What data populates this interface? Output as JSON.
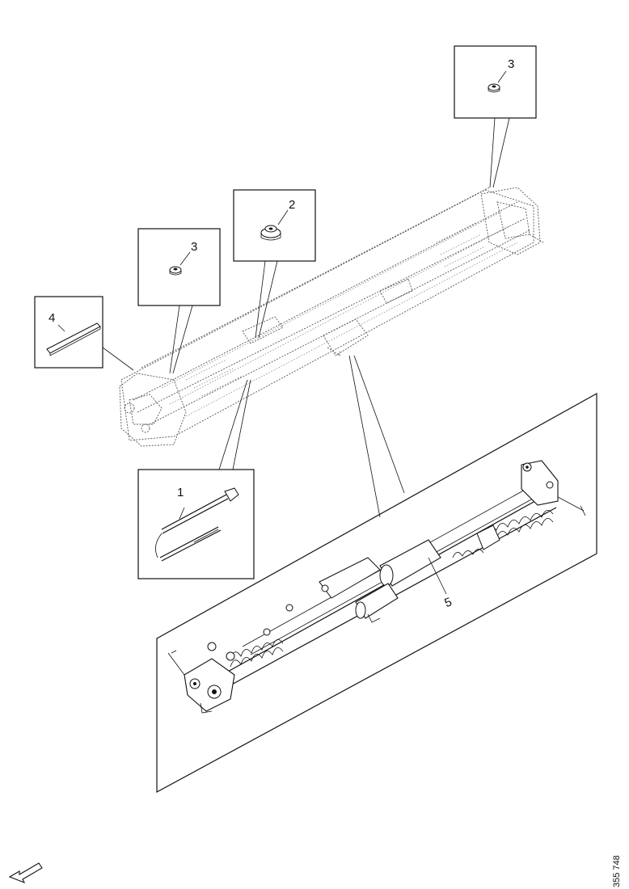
{
  "callouts": [
    {
      "id": "bolt",
      "number": "1"
    },
    {
      "id": "nut-center",
      "number": "2"
    },
    {
      "id": "nut-top-right",
      "number": "3"
    },
    {
      "id": "nut-left",
      "number": "3"
    },
    {
      "id": "key-strip",
      "number": "4"
    },
    {
      "id": "mechanism",
      "number": "5"
    }
  ],
  "reference_code": "355 748"
}
